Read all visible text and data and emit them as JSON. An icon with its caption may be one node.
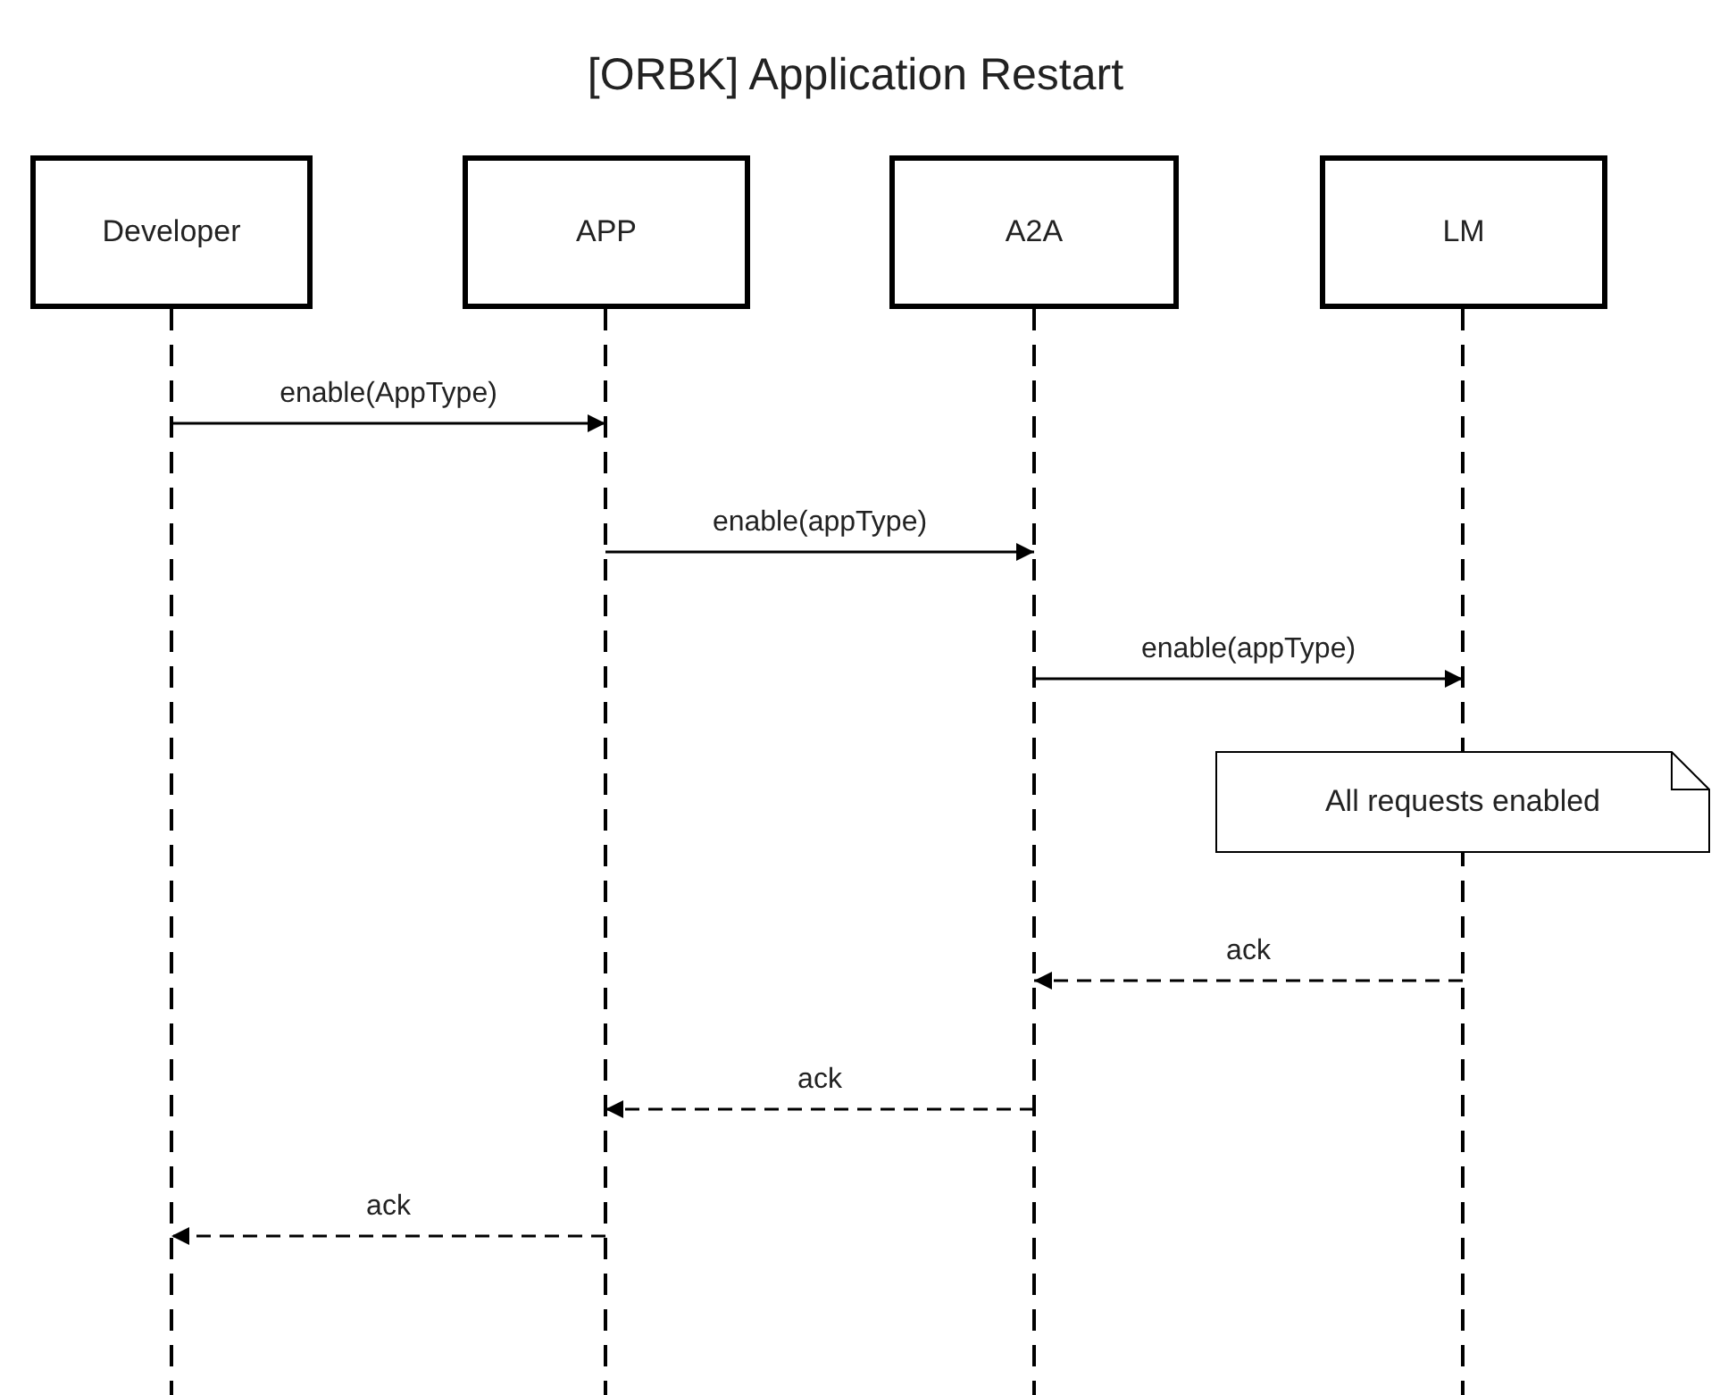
{
  "diagram": {
    "title": "[ORBK] Application Restart",
    "nodes": [
      {
        "text": [
          "Developer"
        ]
      },
      {
        "text": [
          "APP"
        ]
      },
      {
        "text": [
          "A2A"
        ]
      },
      {
        "text": [
          "LM"
        ]
      },
      {
        "text": [
          "All requests enabled"
        ]
      }
    ],
    "edges": [
      {
        "from": 0,
        "to": 1,
        "arrow": "to",
        "label": "enable(AppType)"
      },
      {
        "from": 1,
        "to": 2,
        "arrow": "to",
        "label": "enable(appType)"
      },
      {
        "from": 2,
        "to": 3,
        "arrow": "to",
        "label": "enable(appType)"
      },
      {
        "from": 3,
        "to": 2,
        "arrow": "to",
        "label": "ack",
        "style": "dashed"
      },
      {
        "from": 2,
        "to": 1,
        "arrow": "to",
        "label": "ack",
        "style": "dashed"
      },
      {
        "from": 1,
        "to": 0,
        "arrow": "to",
        "label": "ack",
        "style": "dashed"
      }
    ]
  }
}
